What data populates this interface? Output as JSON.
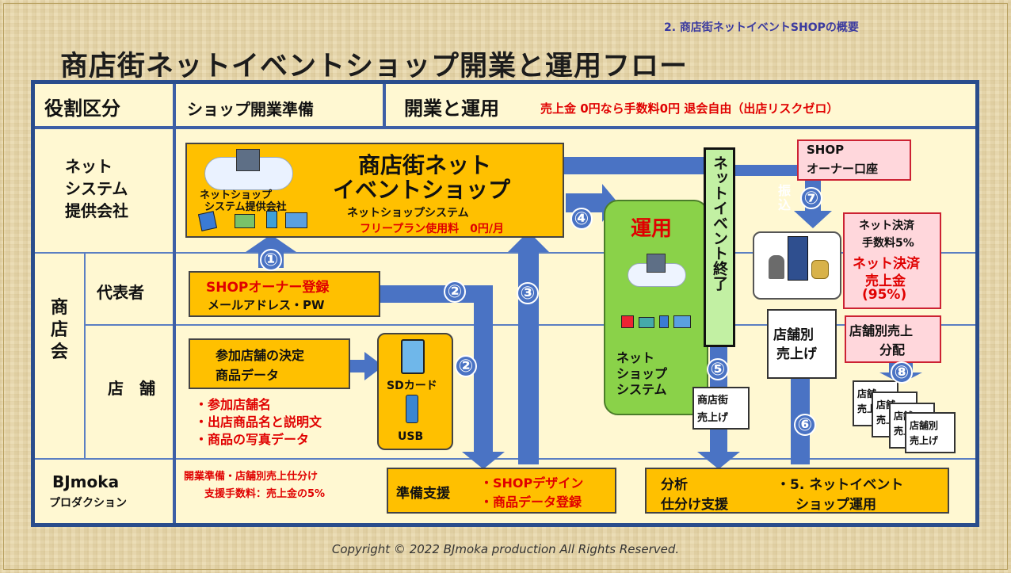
{
  "section_label": "2. 商店街ネットイベントSHOPの概要",
  "title": "商店街ネットイベントショップ開業と運用フロー",
  "header": {
    "role": "役割区分",
    "prep": "ショップ開業準備",
    "ops": "開業と運用",
    "ops_note": "売上金 0円なら手数料0円 退会自由（出店リスクゼロ）"
  },
  "rows": {
    "net_system": "ネット\nシステム\n提供会社",
    "shotenkai": "商\n店\n会",
    "rep": "代表者",
    "store": "店　舗",
    "bjmoka_1": "BJmoka",
    "bjmoka_2": "プロダクション"
  },
  "system_box": {
    "title_1": "商店街ネット",
    "title_2": "イベントショップ",
    "provider_1": "ネットショップ",
    "provider_2": "システム提供会社",
    "system_name": "ネットショップシステム",
    "plan": "フリープラン使用料　0円/月"
  },
  "owner_reg": {
    "line1": "SHOPオーナー登録",
    "line2": "メールアドレス・PW"
  },
  "stores_decide": {
    "line1": "参加店舗の決定",
    "line2": "商品データ"
  },
  "store_items": [
    "・参加店舗名",
    "・出店商品名と説明文",
    "・商品の写真データ"
  ],
  "media": {
    "sd": "SDカード",
    "usb": "USB"
  },
  "bj_fee": {
    "line1": "開業準備・店舗別売上仕分け",
    "line2": "支援手数料：売上金の5%"
  },
  "prep_support": {
    "label": "準備支援",
    "item1": "・SHOPデザイン",
    "item2": "・商品データ登録"
  },
  "operation": {
    "label": "運用",
    "sys_1": "ネット",
    "sys_2": "ショップ",
    "sys_3": "システム"
  },
  "event_end": "ネットイベント終了",
  "owner_account": {
    "line1": "SHOP",
    "line2": "オーナー口座"
  },
  "transfer": "振\n込",
  "fees": {
    "line1": "ネット決済",
    "line2": "手数料5%",
    "line3": "ネット決済",
    "line4": "売上金",
    "line5": "(95%)"
  },
  "store_sales": {
    "line1": "店舗別",
    "line2": "売上げ"
  },
  "distribution": {
    "line1": "店舗別売上",
    "line2": "分配"
  },
  "street_sales": {
    "line1": "商店街",
    "line2": "売上げ"
  },
  "analysis": {
    "a1": "分析",
    "a2": "仕分け支援",
    "b1": "・5. ネットイベント",
    "b2": "ショップ運用"
  },
  "doc_stack": [
    "店舗",
    "店舗",
    "店舗",
    "店舗別"
  ],
  "doc_stack_sub": [
    "売上",
    "売上",
    "売上",
    "売上げ"
  ],
  "circle_numbers": [
    "①",
    "②",
    "②",
    "③",
    "④",
    "⑤",
    "⑥",
    "⑦",
    "⑧"
  ],
  "copyright": "Copyright © 2022 BJmoka production All Rights Reserved.",
  "colors": {
    "frame_blue": "#2a4d8c",
    "arrow_blue": "#4a73c4",
    "orange": "#ffc000",
    "red": "#e00000",
    "green": "#8ad249"
  }
}
